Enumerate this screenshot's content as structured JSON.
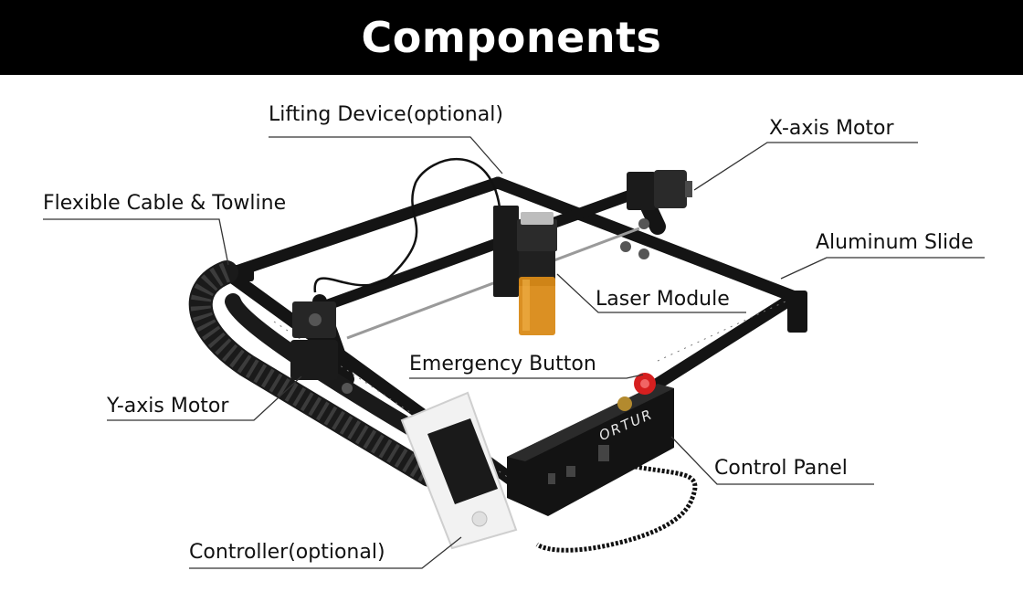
{
  "title": "Components",
  "brand_text": "ORTUR",
  "labels": {
    "lifting_device": "Lifting Device(optional)",
    "x_axis_motor": "X-axis Motor",
    "flexible_cable": "Flexible Cable & Towline",
    "aluminum_slide": "Aluminum Slide",
    "laser_module": "Laser Module",
    "emergency_button": "Emergency Button",
    "y_axis_motor": "Y-axis Motor",
    "control_panel": "Control Panel",
    "controller": "Controller(optional)"
  },
  "colors": {
    "header_bg": "#000000",
    "header_text": "#ffffff",
    "frame": "#141414",
    "laser_body": "#d98a17",
    "controller_body": "#f2f2f2",
    "emergency_red": "#d61f1f"
  }
}
